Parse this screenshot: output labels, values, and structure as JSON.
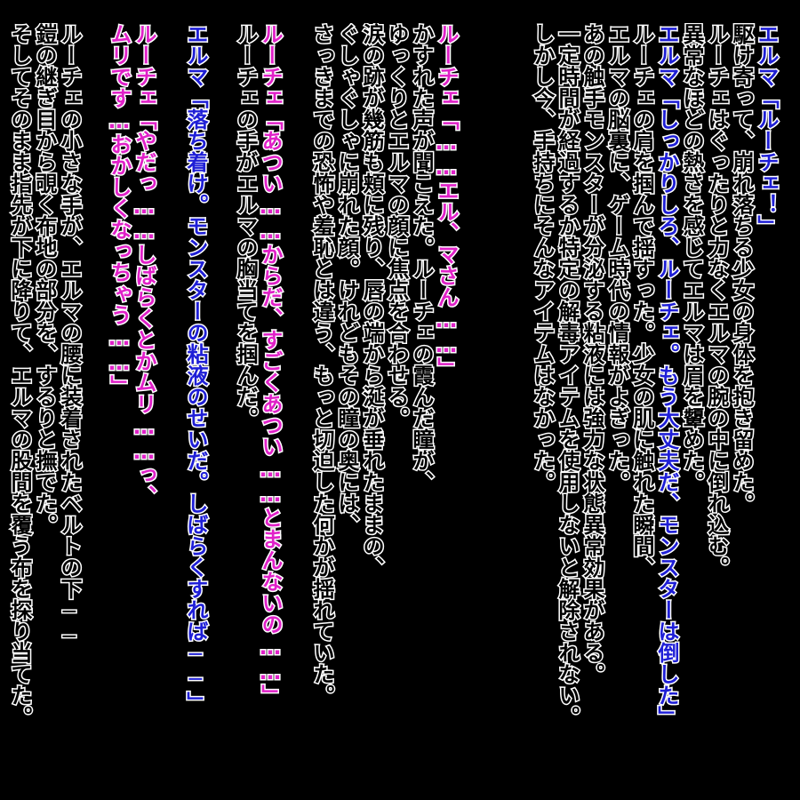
{
  "colors": {
    "background": "#000000",
    "narration": "#000000",
    "elma": "#1f1fd6",
    "ruche": "#e021c8",
    "outline": "#ffffff"
  },
  "columns": [
    {
      "text": "エルマ「ルーチェ！」",
      "speaker": "elma"
    },
    {
      "text": "駆け寄って、崩れ落ちる少女の身体を抱き留めた。",
      "speaker": "narration"
    },
    {
      "text": "ルーチェはぐったりと力なくエルマの腕の中に倒れ込む。",
      "speaker": "narration"
    },
    {
      "text": "異常なほどの熱さを感じてエルマは眉を顰めた。",
      "speaker": "narration"
    },
    {
      "text": "エルマ「しっかりしろ、ルーチェ。もう大丈夫だ、モンスターは倒した」",
      "speaker": "elma"
    },
    {
      "text": "ルーチェの肩を掴んで揺すった。少女の肌に触れた瞬間、",
      "speaker": "narration"
    },
    {
      "text": "エルマの脳裏に、ゲーム時代の情報がよぎった。",
      "speaker": "narration"
    },
    {
      "text": "あの触手モンスターが分泌する粘液には強力な状態異常効果がある。",
      "speaker": "narration"
    },
    {
      "text": "一定時間が経過するか特定の解毒アイテムを使用しないと解除されない。",
      "speaker": "narration"
    },
    {
      "text": "しかし今、手持ちにそんなアイテムはなかった。",
      "speaker": "narration"
    },
    {
      "text": "ルーチェ「……エル、マさん……」",
      "speaker": "ruche"
    },
    {
      "text": "かすれた声が聞こえた。ルーチェの霞んだ瞳が、",
      "speaker": "narration"
    },
    {
      "text": "ゆっくりとエルマの顔に焦点を合わせる。",
      "speaker": "narration"
    },
    {
      "text": "涙の跡が幾筋も頬に残り、唇の端から涎が垂れたままの、",
      "speaker": "narration"
    },
    {
      "text": "ぐしゃぐしゃに崩れた顔。けれどもその瞳の奥には、",
      "speaker": "narration"
    },
    {
      "text": "さっきまでの恐怖や羞恥とは違う、もっと切迫した何かが揺れていた。",
      "speaker": "narration"
    },
    {
      "text": "ルーチェ「あつい……からだ、すごくあつい……とまんないの……」",
      "speaker": "ruche"
    },
    {
      "text": "ルーチェの手がエルマの胸当てを掴んだ。",
      "speaker": "narration"
    },
    {
      "text": "エルマ「落ち着け。モンスターの粘液のせいだ。しばらくすれば──」",
      "speaker": "elma"
    },
    {
      "text": "ルーチェ「やだっ……しばらくとかムリ……っ、",
      "speaker": "ruche"
    },
    {
      "text": "ムリです…おかしくなっちゃう……」",
      "speaker": "ruche"
    },
    {
      "text": "ルーチェの小さな手が、エルマの腰に装着されたベルトの下──",
      "speaker": "narration"
    },
    {
      "text": "鎧の継ぎ目から覗く布地の部分を、するりと撫でた。",
      "speaker": "narration"
    },
    {
      "text": "そしてそのまま指先が下に降りて、エルマの股間を覆う布を探り当てた。",
      "speaker": "narration"
    }
  ]
}
